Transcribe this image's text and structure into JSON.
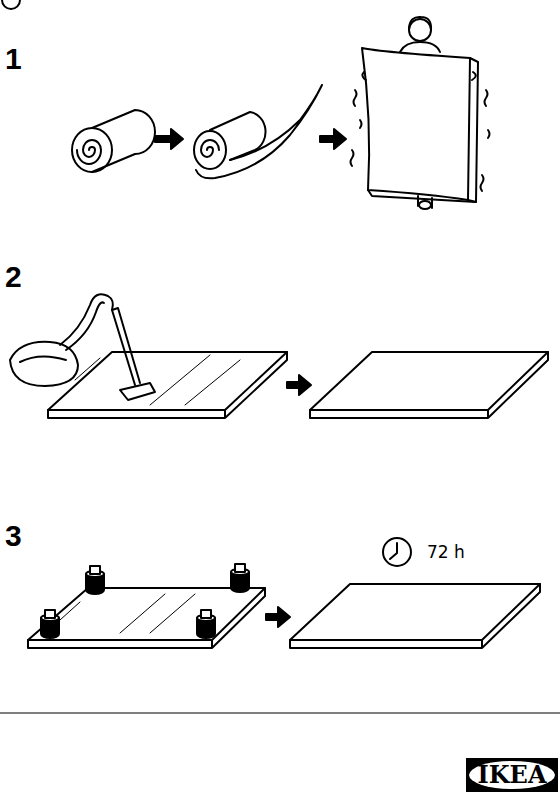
{
  "diagram": {
    "labels": [
      "1",
      "2",
      "3",
      "72 h",
      "IKEA"
    ]
  }
}
